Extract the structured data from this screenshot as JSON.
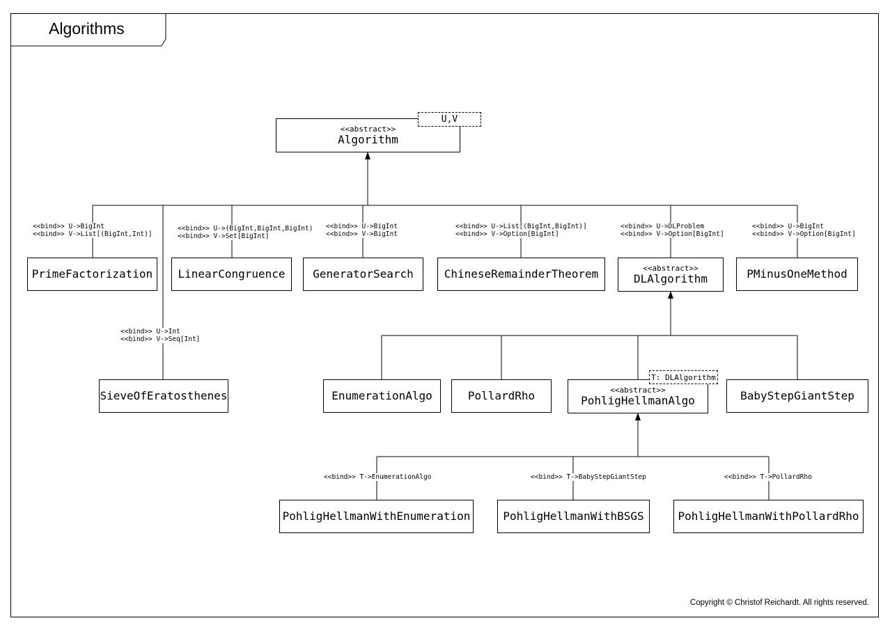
{
  "title": "Algorithms",
  "copyright": "Copyright © Christof Reichardt. All rights reserved.",
  "classes": {
    "algorithm": {
      "stereotype": "<<abstract>>",
      "name": "Algorithm",
      "tparam": "U,V"
    },
    "prime_factorization": {
      "name": "PrimeFactorization"
    },
    "linear_congruence": {
      "name": "LinearCongruence"
    },
    "generator_search": {
      "name": "GeneratorSearch"
    },
    "chinese_remainder": {
      "name": "ChineseRemainderTheorem"
    },
    "dl_algorithm": {
      "stereotype": "<<abstract>>",
      "name": "DLAlgorithm"
    },
    "p_minus_one": {
      "name": "PMinusOneMethod"
    },
    "sieve": {
      "name": "SieveOfEratosthenes"
    },
    "enumeration_algo": {
      "name": "EnumerationAlgo"
    },
    "pollard_rho": {
      "name": "PollardRho"
    },
    "pohlig_hellman_algo": {
      "stereotype": "<<abstract>>",
      "name": "PohligHellmanAlgo",
      "tparam": "T: DLAlgorithm"
    },
    "baby_step_giant_step": {
      "name": "BabyStepGiantStep"
    },
    "ph_enumeration": {
      "name": "PohligHellmanWithEnumeration"
    },
    "ph_bsgs": {
      "name": "PohligHellmanWithBSGS"
    },
    "ph_pollard_rho": {
      "name": "PohligHellmanWithPollardRho"
    }
  },
  "bindings": {
    "prime_factorization": "<<bind>> U->BigInt\n<<bind>> V->List[(BigInt,Int)]",
    "linear_congruence": "<<bind>> U->(BigInt,BigInt,BigInt)\n<<bind>> V->Set[BigInt]",
    "generator_search": "<<bind>> U->BigInt\n<<bind>> V->BigInt",
    "chinese_remainder": "<<bind>> U->List[(BigInt,BigInt)]\n<<bind>> V->Option[BigInt]",
    "dl_algorithm": "<<bind>> U->DLProblem\n<<bind>> V->Option[BigInt]",
    "p_minus_one": "<<bind>> U->BigInt\n<<bind>> V->Option[BigInt]",
    "sieve": "<<bind>> U->Int\n<<bind>> V->Seq[Int]",
    "ph_enumeration": "<<bind>> T->EnumerationAlgo",
    "ph_bsgs": "<<bind>> T->BabyStepGiantStep",
    "ph_pollard_rho": "<<bind>> T->PollardRho"
  },
  "colors": {
    "line": "#000000",
    "background": "#ffffff"
  }
}
